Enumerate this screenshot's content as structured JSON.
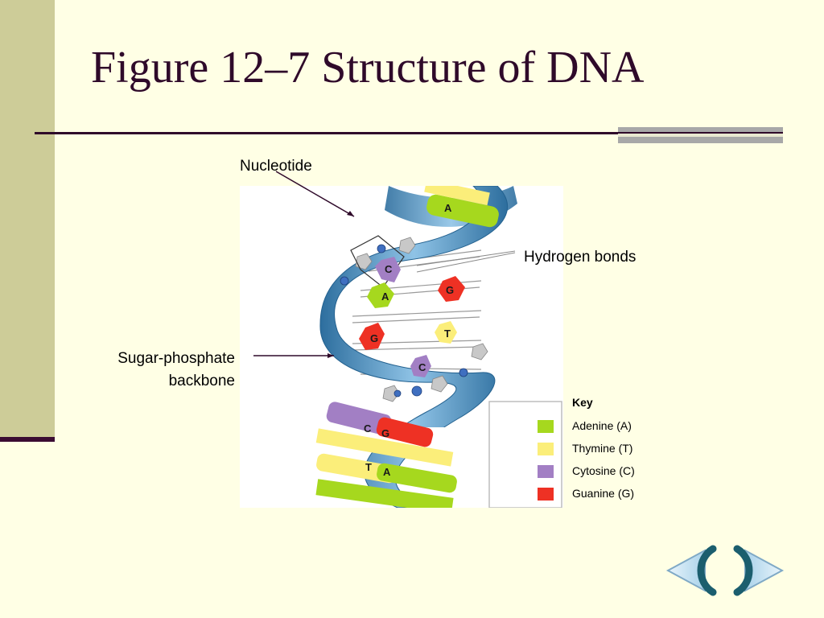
{
  "slide": {
    "title": "Figure 12–7 Structure of DNA"
  },
  "labels": {
    "nucleotide": "Nucleotide",
    "hydrogen_bonds": "Hydrogen bonds",
    "backbone_line1": "Sugar-phosphate",
    "backbone_line2": "backbone"
  },
  "bases_on_figure": [
    "A",
    "C",
    "G",
    "A",
    "T",
    "G",
    "C",
    "C",
    "G",
    "T",
    "A"
  ],
  "key": {
    "title": "Key",
    "items": [
      {
        "label": "Adenine (A)",
        "color": "#a6d81e"
      },
      {
        "label": "Thymine (T)",
        "color": "#fbee7a"
      },
      {
        "label": "Cytosine (C)",
        "color": "#a27fc4"
      },
      {
        "label": "Guanine (G)",
        "color": "#ee3124"
      }
    ]
  },
  "colors": {
    "background": "#ffffe5",
    "sidebar": "#cdcc98",
    "title_text": "#2f0a2a",
    "backbone_blue": "#4a90c0"
  },
  "navigation": {
    "prev_icon": "chevron-left-icon",
    "next_icon": "chevron-right-icon"
  }
}
